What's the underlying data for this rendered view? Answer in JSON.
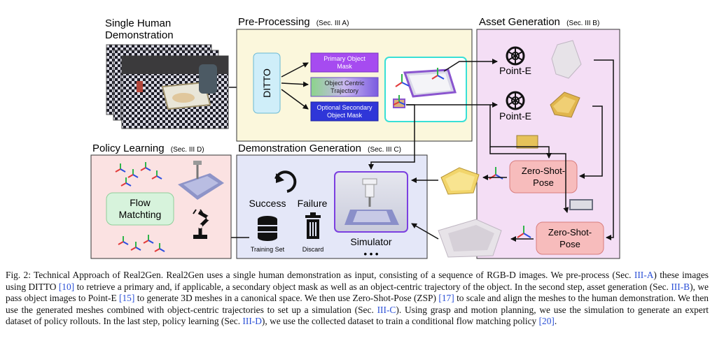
{
  "figure": {
    "input_label": "Single Human Demonstration",
    "preprocessing": {
      "title": "Pre-Processing",
      "section": "(Sec. III A)",
      "ditto": "DITTO",
      "outputs": [
        "Primary Object Mask",
        "Object Centric Trajectory",
        "Optional Secondary Object Mask"
      ]
    },
    "asset_generation": {
      "title": "Asset Generation",
      "section": "(Sec. III B)",
      "model_1": "Point-E",
      "model_2": "Point-E",
      "pose_1": "Zero-Shot-Pose",
      "pose_2": "Zero-Shot-Pose"
    },
    "demonstration_generation": {
      "title": "Demonstration Generation",
      "section": "(Sec. III C)",
      "success": "Success",
      "failure": "Failure",
      "training_set": "Training Set",
      "discard": "Discard",
      "simulator": "Simulator",
      "ellipsis": "• • •"
    },
    "policy_learning": {
      "title": "Policy Learning",
      "section": "(Sec. III D)",
      "model": "Flow Matchting"
    }
  },
  "colors": {
    "preprocessing_bg": "#fbf7dc",
    "asset_bg": "#f4def5",
    "demo_bg": "#e4e7f8",
    "policy_bg": "#fbe2e2",
    "flow_box": "#d7f3dc",
    "pose_box": "#f7bcbc"
  },
  "caption": {
    "p1": "Fig. 2: Technical Approach of Real2Gen. Real2Gen uses a single human demonstration as input, consisting of a sequence of RGB-D images. We pre-process (Sec. ",
    "r1": "III-A",
    "p2": ") these images using DITTO",
    "r2": " [10]",
    "p3": " to retrieve a primary and, if applicable, a secondary object mask as well as an object-centric trajectory of the object. In the second step, asset generation (Sec. ",
    "r3": "III-B",
    "p4": "), we pass object images to Point-E ",
    "r4": "[15]",
    "p5": " to generate 3D meshes in a canonical space. We then use Zero-Shot-Pose (ZSP)",
    "r5": " [17]",
    "p6": " to scale and align the meshes to the human demonstration. We then use the generated meshes combined with object-centric trajectories to set up a simulation (Sec. ",
    "r6": "III-C",
    "p7": "). Using grasp and motion planning, we use the simulation to generate an expert dataset of policy rollouts. In the last step, policy learning (Sec. ",
    "r7": "III-D",
    "p8": "), we use the collected dataset to train a conditional flow matching policy ",
    "r8": "[20]",
    "p9": "."
  }
}
